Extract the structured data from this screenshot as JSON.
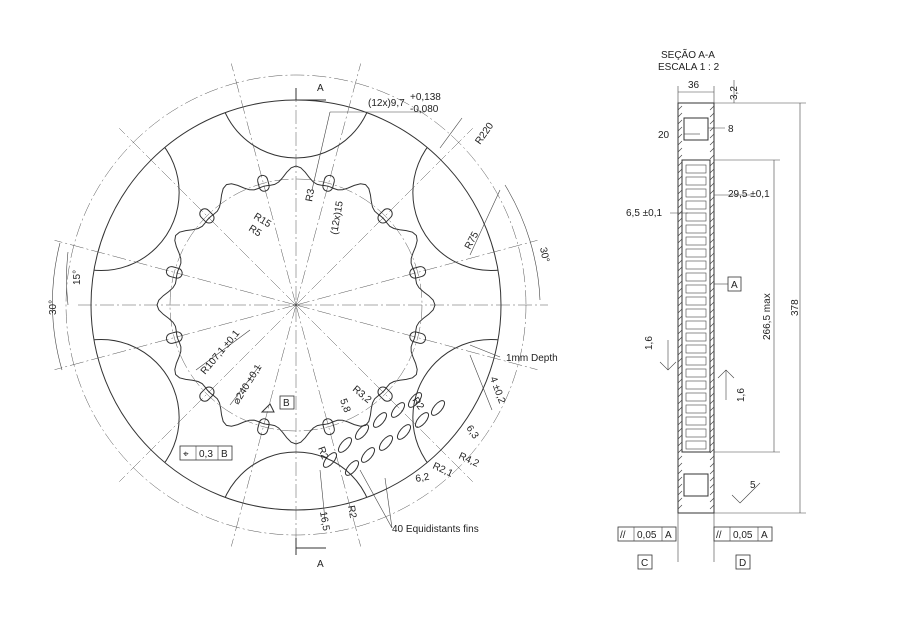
{
  "section": {
    "title": "SEÇÃO A-A",
    "scale": "ESCALA 1 : 2"
  },
  "section_markers": {
    "a_top": "A",
    "a_bottom": "A"
  },
  "front_view": {
    "tol_slot": "(12x)9,7",
    "tol_plus": "+0,138",
    "tol_minus": "-0,080",
    "r220": "R220",
    "r3_top": "R3",
    "slot_15": "(12x)15",
    "r15": "R15",
    "r5": "R5",
    "r75": "R75",
    "ang30_right": "30°",
    "ang15": "15°",
    "ang30_left": "30°",
    "r107": "R107,1 ±0,1",
    "d240": "⌀240 ±0,1",
    "datum_b": "B",
    "fcf_symbol": "⌖",
    "fcf_value": "0,3",
    "fcf_datum": "B",
    "depth": "1mm Depth",
    "d4": "4 ±0,2",
    "r3_2": "R3,2",
    "r2_a": "R2",
    "d58": "5,8",
    "d63": "6,3",
    "r2_b": "R2",
    "r42": "R4,2",
    "r21": "R2,1",
    "d62": "6,2",
    "r2_c": "R2",
    "d165": "16,5",
    "fins": "40 Equidistants fins"
  },
  "section_view": {
    "d36": "36",
    "d32": "3,2",
    "d20": "20",
    "d8": "8",
    "d295": "29,5 ±0,1",
    "d65": "6,5 ±0,1",
    "datum_a": "A",
    "d2665": "266,5 max",
    "d378": "378",
    "rough1": "1,6",
    "rough2": "1,6",
    "rough3": "5",
    "fcf1_sym": "//",
    "fcf1_val": "0,05",
    "fcf1_datum": "A",
    "fcf2_sym": "//",
    "fcf2_val": "0,05",
    "fcf2_datum": "A",
    "datum_c": "C",
    "datum_d": "D"
  }
}
